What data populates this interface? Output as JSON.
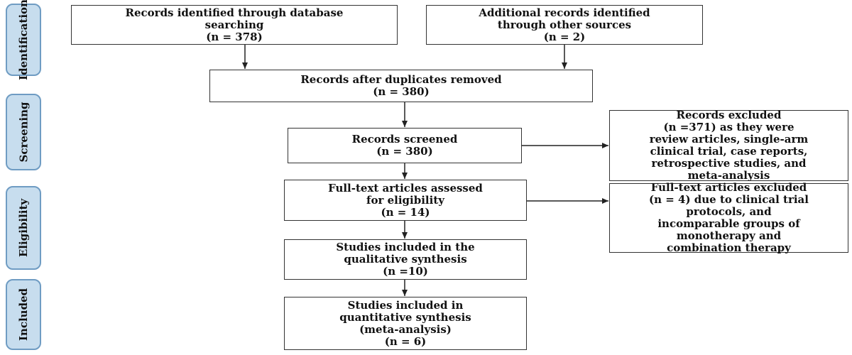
{
  "phases": {
    "identification": "Identification",
    "screening": "Screening",
    "eligibility": "Eligibility",
    "included": "Included"
  },
  "boxes": {
    "db": [
      "Records identified through database",
      "searching",
      "(n = 378)"
    ],
    "other": [
      "Additional records identified",
      "through other sources",
      "(n = 2)"
    ],
    "dup": [
      "Records after duplicates removed",
      "(n = 380)"
    ],
    "screened": [
      "Records screened",
      "(n = 380)"
    ],
    "excl1": [
      "Records excluded",
      "(n =371) as they were",
      "review articles, single-arm",
      "clinical trial, case reports,",
      "retrospective studies, and",
      "meta-analysis"
    ],
    "fulltext": [
      "Full-text articles assessed",
      "for eligibility",
      "(n = 14)"
    ],
    "excl2": [
      "Full-text articles excluded",
      "(n = 4) due to clinical trial",
      "protocols, and",
      "incomparable groups of",
      "monotherapy and",
      "combination therapy"
    ],
    "qual": [
      "Studies included in the",
      "qualitative synthesis",
      "(n =10)"
    ],
    "quant": [
      "Studies included in",
      "quantitative synthesis",
      "(meta-analysis)",
      "(n = 6)"
    ]
  },
  "colors": {
    "phase_fill": "#c7ddee",
    "phase_border": "#6f9cc3",
    "box_border": "#333333",
    "arrow": "#222222"
  }
}
